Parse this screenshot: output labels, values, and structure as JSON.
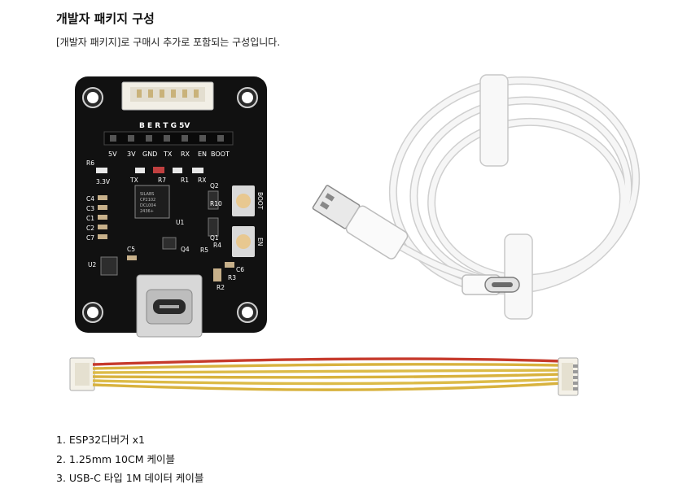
{
  "heading": "개발자 패키지 구성",
  "description": "[개발자 패키지]로 구매시 추가로 포함되는 구성입니다.",
  "board": {
    "connector_pins": "B E R T G 5V",
    "header_pins": [
      "5V",
      "3V",
      "GND",
      "TX",
      "RX",
      "EN",
      "BOOT"
    ],
    "labels": [
      "R6",
      "3.3V",
      "TX",
      "R7",
      "R1",
      "RX",
      "Q2",
      "R10",
      "U1",
      "Q1",
      "R5",
      "R4",
      "C4",
      "C3",
      "C1",
      "C2",
      "C7",
      "C5",
      "Q4",
      "U2",
      "C6",
      "R3",
      "R2",
      "BOOT",
      "EN"
    ],
    "chip_text": [
      "SILABS",
      "CP2102",
      "DCL004",
      "2436+"
    ]
  },
  "items": [
    "1. ESP32디버거 x1",
    "2. 1.25mm 10CM 케이블",
    "3. USB-C 타입 1M 데이터 케이블"
  ]
}
